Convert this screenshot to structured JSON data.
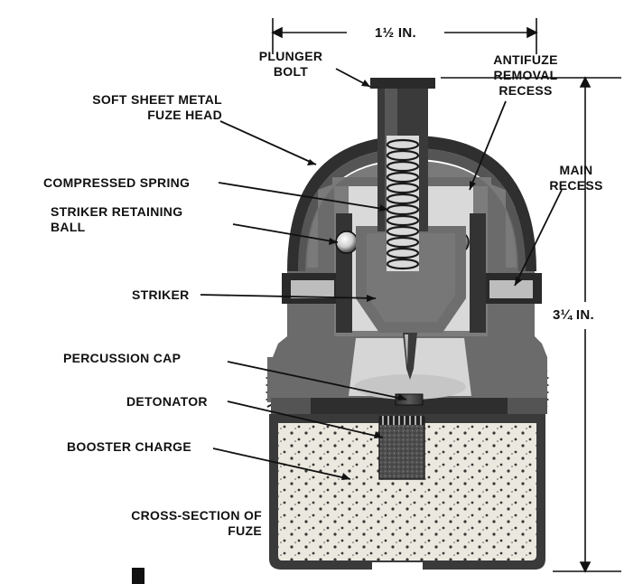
{
  "diagram": {
    "dimensions": {
      "width": "1½ IN.",
      "height": "3¼ IN."
    },
    "labels": {
      "plunger_bolt_1": "PLUNGER",
      "plunger_bolt_2": "BOLT",
      "fuze_head_1": "SOFT SHEET METAL",
      "fuze_head_2": "FUZE HEAD",
      "antifuze_1": "ANTIFUZE",
      "antifuze_2": "REMOVAL",
      "antifuze_3": "RECESS",
      "main_recess_1": "MAIN",
      "main_recess_2": "RECESS",
      "compressed_spring": "COMPRESSED SPRING",
      "retaining_ball_1": "STRIKER RETAINING",
      "retaining_ball_2": "BALL",
      "striker": "STRIKER",
      "percussion_cap": "PERCUSSION CAP",
      "detonator": "DETONATOR",
      "booster_charge": "BOOSTER CHARGE",
      "caption_1": "CROSS-SECTION OF",
      "caption_2": "FUZE"
    },
    "colors": {
      "metal_dark": "#3c3c3c",
      "metal_mid": "#6a6a6a",
      "metal_light": "#8c8c8c",
      "cavity": "#d8d8d8",
      "booster_fill": "#e9e6dc",
      "detonator_fill": "#5a5a5a"
    }
  }
}
